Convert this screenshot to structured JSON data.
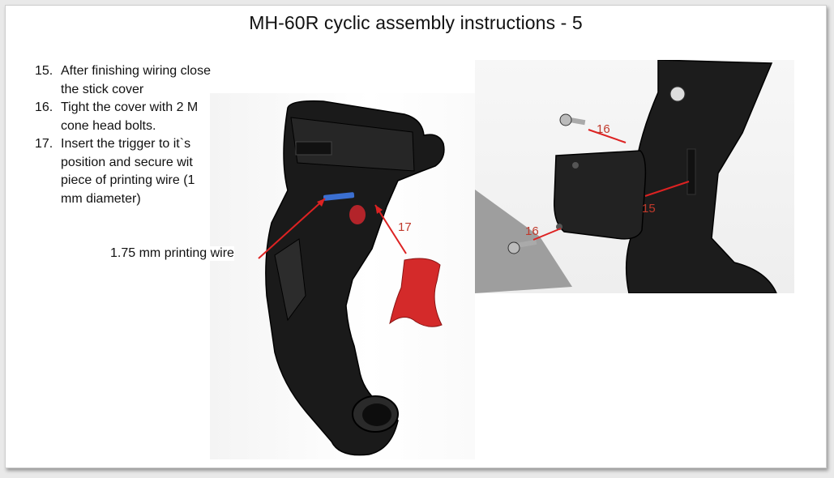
{
  "slide": {
    "title": "MH-60R cyclic assembly instructions - 5",
    "steps": [
      {
        "num": "15.",
        "lines": [
          "After finishing wiring close",
          "the stick cover"
        ]
      },
      {
        "num": "16.",
        "lines": [
          "Tight the cover with 2 M",
          "cone head bolts."
        ]
      },
      {
        "num": "17.",
        "lines": [
          "Insert the trigger to it`s",
          "position and secure wit",
          "piece of printing wire (1",
          "mm diameter)"
        ]
      }
    ],
    "wire_label": "1.75 mm printing wire",
    "callouts_left": {
      "trigger": "17"
    },
    "callouts_right": {
      "bolt_top": "16",
      "bolt_left": "16",
      "cover": "15"
    }
  },
  "colors": {
    "callout": "#c0392b",
    "part": "#111111",
    "trigger": "#d42a2a",
    "wire": "#3b6fd1"
  }
}
